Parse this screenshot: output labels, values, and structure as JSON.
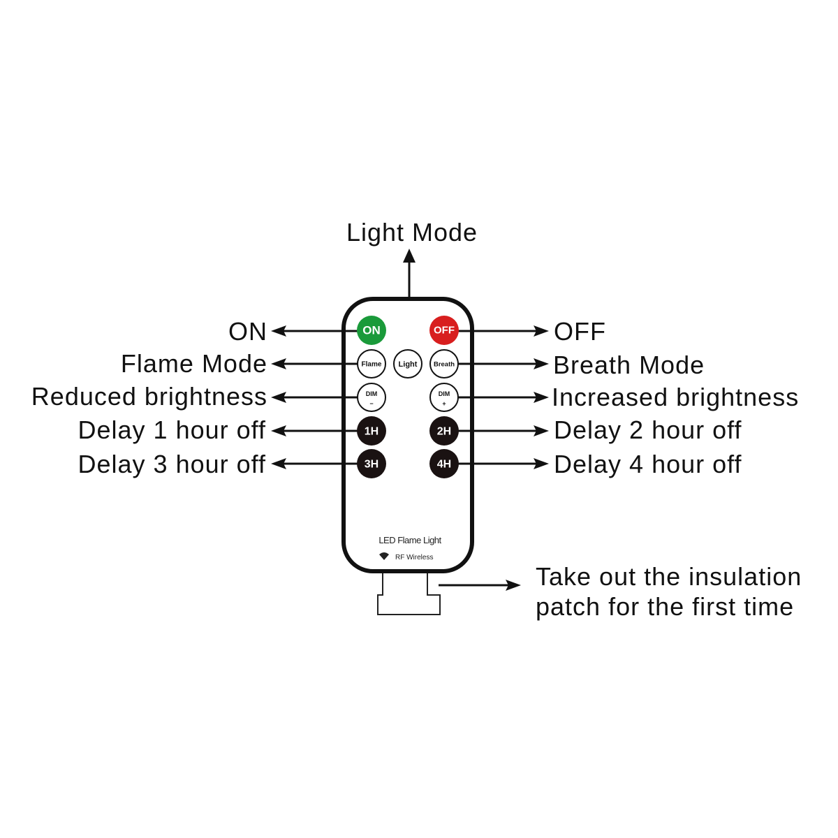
{
  "title_label": "Light Mode",
  "left_labels": [
    {
      "id": "on",
      "text": "ON"
    },
    {
      "id": "flame",
      "text": "Flame Mode"
    },
    {
      "id": "dim-minus",
      "text": "Reduced brightness"
    },
    {
      "id": "1h",
      "text": "Delay 1 hour off"
    },
    {
      "id": "3h",
      "text": "Delay 3 hour off"
    }
  ],
  "right_labels": [
    {
      "id": "off",
      "text": "OFF"
    },
    {
      "id": "breath",
      "text": "Breath Mode"
    },
    {
      "id": "dim-plus",
      "text": "Increased brightness"
    },
    {
      "id": "2h",
      "text": "Delay 2 hour off"
    },
    {
      "id": "4h",
      "text": "Delay 4 hour off"
    }
  ],
  "buttons": {
    "on": {
      "text": "ON",
      "color": "#1a9a3a"
    },
    "off": {
      "text": "OFF",
      "color": "#d81e1e"
    },
    "flame": {
      "text": "Flame"
    },
    "light": {
      "text": "Light"
    },
    "breath": {
      "text": "Breath"
    },
    "dim_minus": {
      "text": "DIM",
      "sub": "−"
    },
    "dim_plus": {
      "text": "DIM",
      "sub": "+"
    },
    "h1": {
      "text": "1H"
    },
    "h2": {
      "text": "2H"
    },
    "h3": {
      "text": "3H"
    },
    "h4": {
      "text": "4H"
    }
  },
  "remote": {
    "brand": "LED Flame Light",
    "wireless_icon": "wifi-icon",
    "wireless_text": "RF Wireless"
  },
  "insulation_note": {
    "line1": "Take out the insulation",
    "line2": "patch for the first time"
  },
  "colors": {
    "ink": "#111111",
    "dark_button": "#1a1212",
    "on_green": "#1a9a3a",
    "off_red": "#d81e1e"
  }
}
